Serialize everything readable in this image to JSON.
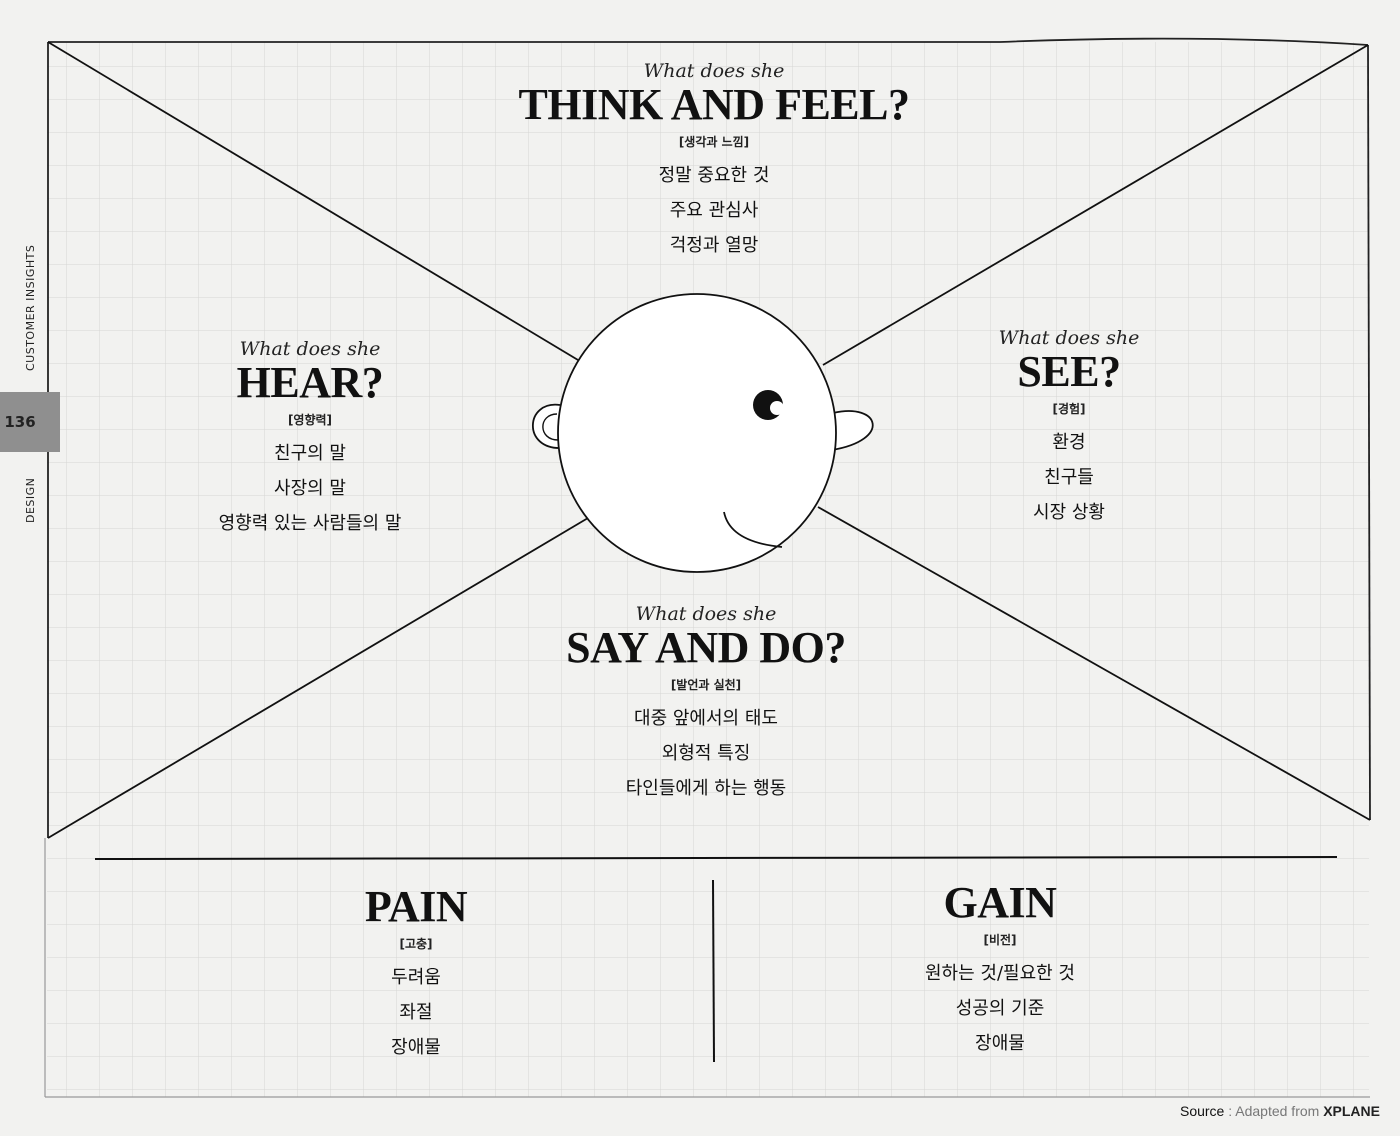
{
  "side": {
    "top_label": "CUSTOMER INSIGHTS",
    "page_number": "136",
    "bottom_label": "DESIGN"
  },
  "think": {
    "question": "What does she",
    "title": "THINK AND FEEL?",
    "tag": "[생각과 느낌]",
    "items": [
      "정말 중요한 것",
      "주요 관심사",
      "걱정과 열망"
    ]
  },
  "hear": {
    "question": "What does she",
    "title": "HEAR?",
    "tag": "[영향력]",
    "items": [
      "친구의 말",
      "사장의 말",
      "영향력 있는 사람들의 말"
    ]
  },
  "see": {
    "question": "What does she",
    "title": "SEE?",
    "tag": "[경험]",
    "items": [
      "환경",
      "친구들",
      "시장 상황"
    ]
  },
  "say": {
    "question": "What does she",
    "title": "SAY AND DO?",
    "tag": "[발언과 실천]",
    "items": [
      "대중 앞에서의 태도",
      "외형적 특징",
      "타인들에게 하는 행동"
    ]
  },
  "pain": {
    "title": "PAIN",
    "tag": "[고충]",
    "items": [
      "두려움",
      "좌절",
      "장애물"
    ]
  },
  "gain": {
    "title": "GAIN",
    "tag": "[비전]",
    "items": [
      "원하는 것/필요한 것",
      "성공의 기준",
      "장애물"
    ]
  },
  "source": {
    "label": "Source",
    "separator": ":",
    "text": "Adapted from",
    "brand": "XPLANE"
  }
}
